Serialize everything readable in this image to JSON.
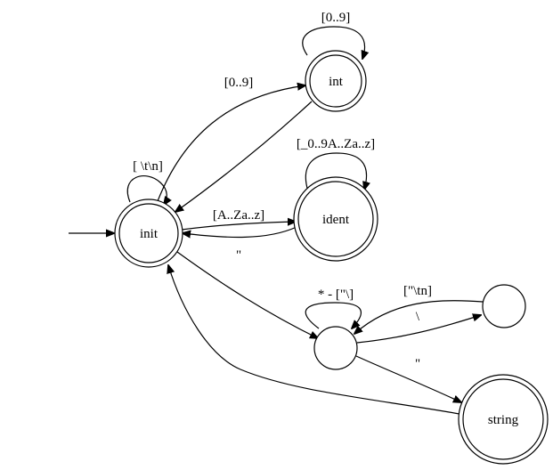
{
  "nodes": {
    "init": {
      "label": "init",
      "accepting": true
    },
    "int": {
      "label": "int",
      "accepting": true
    },
    "ident": {
      "label": "ident",
      "accepting": true
    },
    "string_body": {
      "label": "",
      "accepting": false
    },
    "escape": {
      "label": "",
      "accepting": false
    },
    "string": {
      "label": "string",
      "accepting": true
    }
  },
  "edges": {
    "init_self": "[ \\t\\n]",
    "init_to_int": "[0..9]",
    "int_self": "[0..9]",
    "int_to_init": "",
    "init_to_ident": "[A..Za..z]",
    "ident_self": "[_0..9A..Za..z]",
    "ident_to_init": "",
    "init_to_string_body": "\"",
    "string_body_self": "* - [\"\\]",
    "string_body_to_escape": "\\",
    "escape_to_string_body": "[\"\\tn]",
    "string_body_to_string": "\"",
    "string_to_init": ""
  }
}
